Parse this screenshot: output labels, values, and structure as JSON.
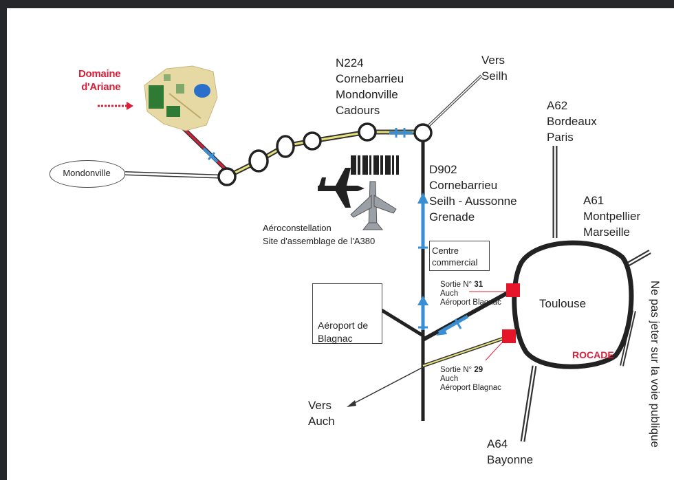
{
  "domaine": {
    "line1": "Domaine",
    "line2": "d'Ariane"
  },
  "mondonville": "Mondonville",
  "n224": {
    "l1": "N224",
    "l2": "Cornebarrieu",
    "l3": "Mondonville",
    "l4": "Cadours"
  },
  "vers_seilh": {
    "l1": "Vers",
    "l2": "Seilh"
  },
  "a62": {
    "l1": "A62",
    "l2": "Bordeaux",
    "l3": "Paris"
  },
  "d902": {
    "l1": "D902",
    "l2": "Cornebarrieu",
    "l3": "Seilh - Aussonne",
    "l4": "Grenade"
  },
  "a61": {
    "l1": "A61",
    "l2": "Montpellier",
    "l3": "Marseille"
  },
  "aeroconstellation": {
    "l1": "Aéroconstellation",
    "l2": "Site d'assemblage de l'A380"
  },
  "centre_commercial": {
    "l1": "Centre",
    "l2": "commercial"
  },
  "sortie31": {
    "prefix": "Sortie N°",
    "num": "31",
    "l2": "Auch",
    "l3": "Aéroport Blagnac"
  },
  "aeroport": {
    "l1": "Aéroport de",
    "l2": "Blagnac"
  },
  "toulouse": "Toulouse",
  "sortie29": {
    "prefix": "Sortie N°",
    "num": "29",
    "l2": "Auch",
    "l3": "Aéroport Blagnac"
  },
  "rocade": "ROCADE",
  "vers_auch": {
    "l1": "Vers",
    "l2": "Auch"
  },
  "a64": {
    "l1": "A64",
    "l2": "Bayonne"
  },
  "side_note": "Ne pas jeter sur la voie publique",
  "colors": {
    "road_accent": "#e7e27a",
    "route_blue": "#3a8fd4",
    "red": "#d8203a"
  }
}
